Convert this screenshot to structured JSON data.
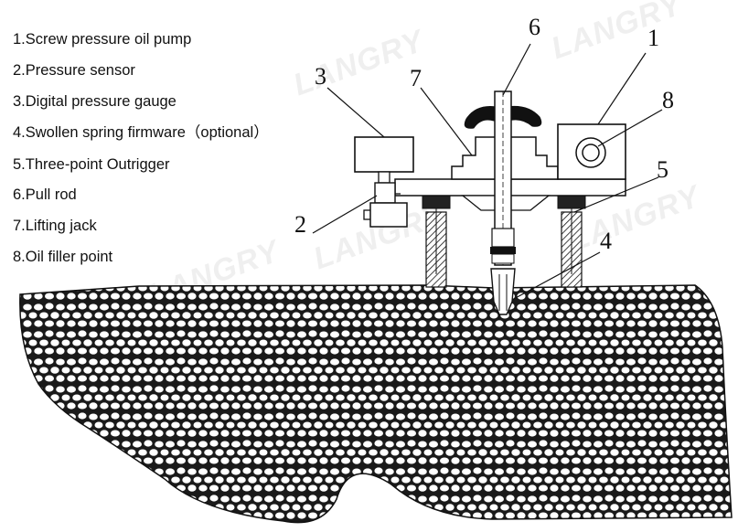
{
  "legend": [
    "1.Screw pressure oil pump",
    "2.Pressure sensor",
    "3.Digital pressure gauge",
    "4.Swollen spring firmware（optional）",
    "5.Three-point Outrigger",
    "6.Pull rod",
    "7.Lifting jack",
    "8.Oil filler point"
  ],
  "callouts": [
    "1",
    "2",
    "3",
    "4",
    "5",
    "6",
    "7",
    "8"
  ],
  "watermark": "LANGRY"
}
